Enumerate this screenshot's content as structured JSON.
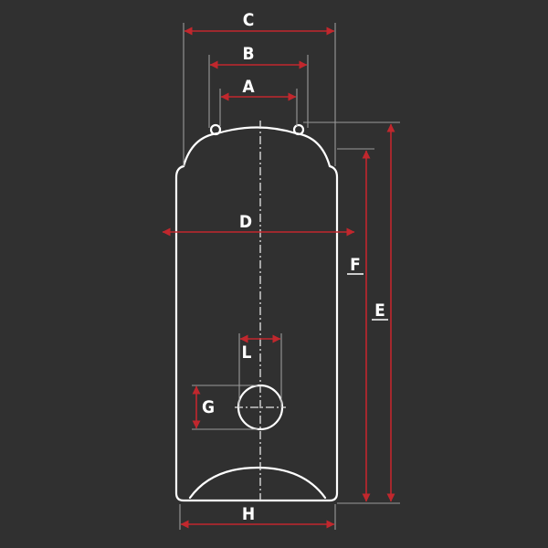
{
  "labels": {
    "a": "A",
    "b": "B",
    "c": "C",
    "d": "D",
    "e": "E",
    "f": "F",
    "g": "G",
    "h": "H",
    "l": "L"
  },
  "colors": {
    "background": "#303030",
    "outline": "#ffffff",
    "dimension": "#c1272d",
    "extension": "#9a9a9a"
  }
}
